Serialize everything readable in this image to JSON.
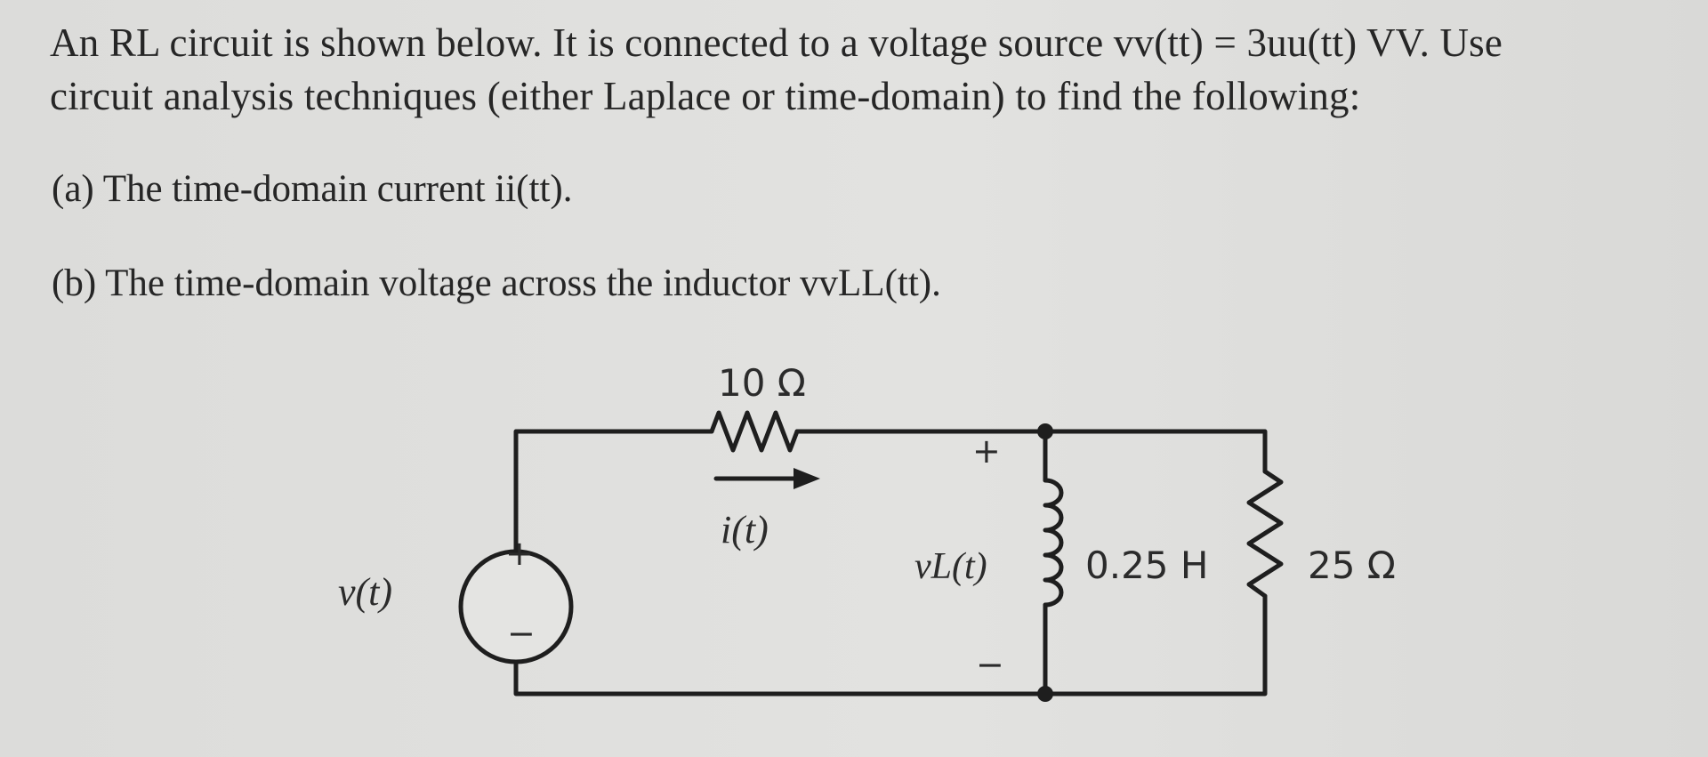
{
  "problem": {
    "line1": "An RL circuit is shown below. It is connected to a voltage source vv(tt) = 3uu(tt) VV. Use",
    "line2": "circuit analysis techniques (either Laplace or time-domain) to find the following:",
    "part_a": "(a) The time-domain current ii(tt).",
    "part_b": "(b) The time-domain voltage across the inductor vvLL(tt)."
  },
  "circuit": {
    "source_label": "v(t)",
    "source_plus": "+",
    "source_minus": "−",
    "series_resistor": "10 Ω",
    "current_label": "i(t)",
    "inductor_voltage_label": "vL(t)",
    "inductor_plus": "+",
    "inductor_minus": "−",
    "inductor_value": "0.25 H",
    "shunt_resistor": "25 Ω"
  }
}
